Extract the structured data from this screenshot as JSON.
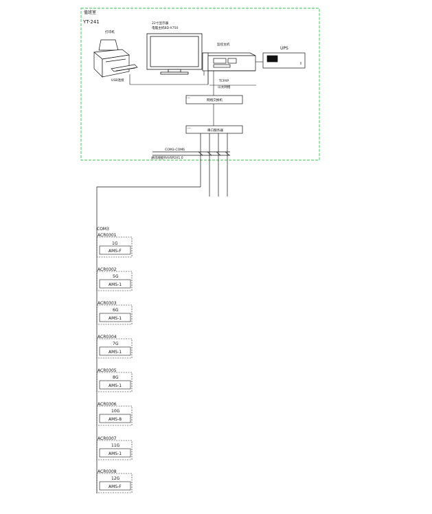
{
  "room": {
    "label": "值班室",
    "code": "YT-241",
    "border_color": "#33c24d"
  },
  "devices": {
    "printer_label": "打印机",
    "monitor_label_1": "22寸显示器",
    "monitor_label_2": "电脑主机BD-X750",
    "host_label": "监控主机",
    "ups_label": "UPS",
    "usb_label": "USB连接",
    "tcpip_label": "TCP/IP",
    "net_label": "以太网络",
    "switch_label": "网络交换机",
    "converter_label": "串口服务器",
    "com_label": "COM3-COM6",
    "cable_label": "通讯线缆RVVSP2X1.0"
  },
  "bus": {
    "port_label": "COM3"
  },
  "meters": [
    {
      "id": "ACR0301",
      "cabinet": "1G",
      "model": "AMS-F"
    },
    {
      "id": "ACR0302",
      "cabinet": "5G",
      "model": "AMS-1"
    },
    {
      "id": "ACR0303",
      "cabinet": "6G",
      "model": "AMS-1"
    },
    {
      "id": "ACR0304",
      "cabinet": "7G",
      "model": "AMS-1"
    },
    {
      "id": "ACR0305",
      "cabinet": "8G",
      "model": "AMS-1"
    },
    {
      "id": "ACR0306",
      "cabinet": "10G",
      "model": "AMS-8"
    },
    {
      "id": "ACR0307",
      "cabinet": "11G",
      "model": "AMS-1"
    },
    {
      "id": "ACR0308",
      "cabinet": "12G",
      "model": "AMS-F"
    }
  ]
}
